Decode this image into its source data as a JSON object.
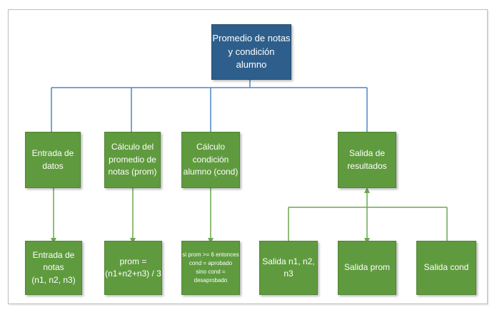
{
  "root": {
    "line1": "Promedio de notas",
    "line2": "y condición alumno"
  },
  "level2": [
    {
      "lines": [
        "Entrada de",
        "datos"
      ]
    },
    {
      "lines": [
        "Cálculo del",
        "promedio de",
        "notas (prom)"
      ]
    },
    {
      "lines": [
        "Cálculo",
        "condición",
        "alumno (cond)"
      ]
    },
    {
      "lines": [
        "Salida de",
        "resultados"
      ]
    }
  ],
  "level3": [
    {
      "lines": [
        "Entrada de notas",
        "(n1, n2, n3)"
      ]
    },
    {
      "lines": [
        "prom =",
        "(n1+n2+n3) / 3"
      ]
    },
    {
      "lines": [
        "si prom >= 6 entonces",
        "cond = aprobado",
        "sino cond =",
        "desaprobado"
      ]
    },
    {
      "lines": [
        "Salida n1, n2, n3"
      ]
    },
    {
      "lines": [
        "Salida prom"
      ]
    },
    {
      "lines": [
        "Salida cond"
      ]
    }
  ],
  "colors": {
    "root_box": "#2e5f8c",
    "process_box": "#5f9b3e",
    "connector_blue": "#4a86c8",
    "connector_green": "#6aa84f"
  }
}
